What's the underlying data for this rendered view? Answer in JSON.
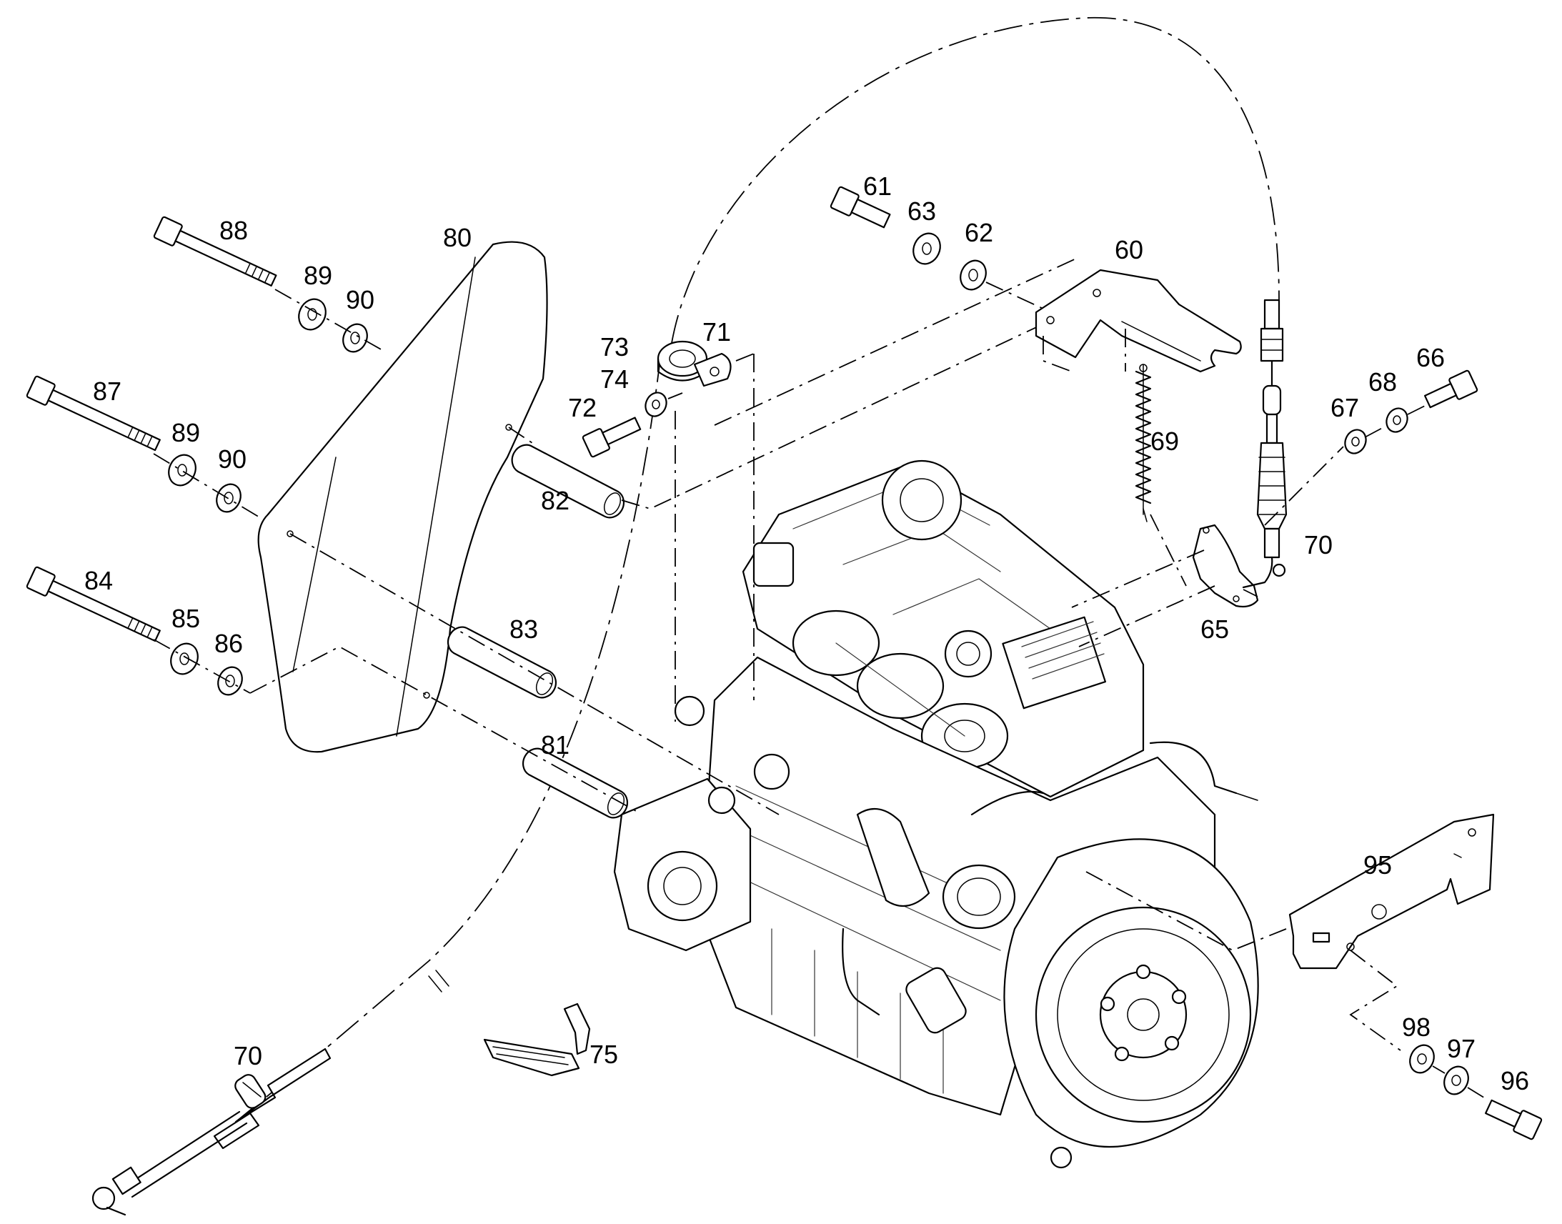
{
  "callouts": {
    "c60": "60",
    "c61": "61",
    "c62": "62",
    "c63": "63",
    "c65": "65",
    "c66": "66",
    "c67": "67",
    "c68": "68",
    "c69": "69",
    "c70a": "70",
    "c70b": "70",
    "c71": "71",
    "c72": "72",
    "c73": "73",
    "c74": "74",
    "c75": "75",
    "c80": "80",
    "c81": "81",
    "c82": "82",
    "c83": "83",
    "c84": "84",
    "c85": "85",
    "c86": "86",
    "c87": "87",
    "c88": "88",
    "c89a": "89",
    "c89b": "89",
    "c90a": "90",
    "c90b": "90",
    "c95": "95",
    "c96": "96",
    "c97": "97",
    "c98": "98"
  }
}
